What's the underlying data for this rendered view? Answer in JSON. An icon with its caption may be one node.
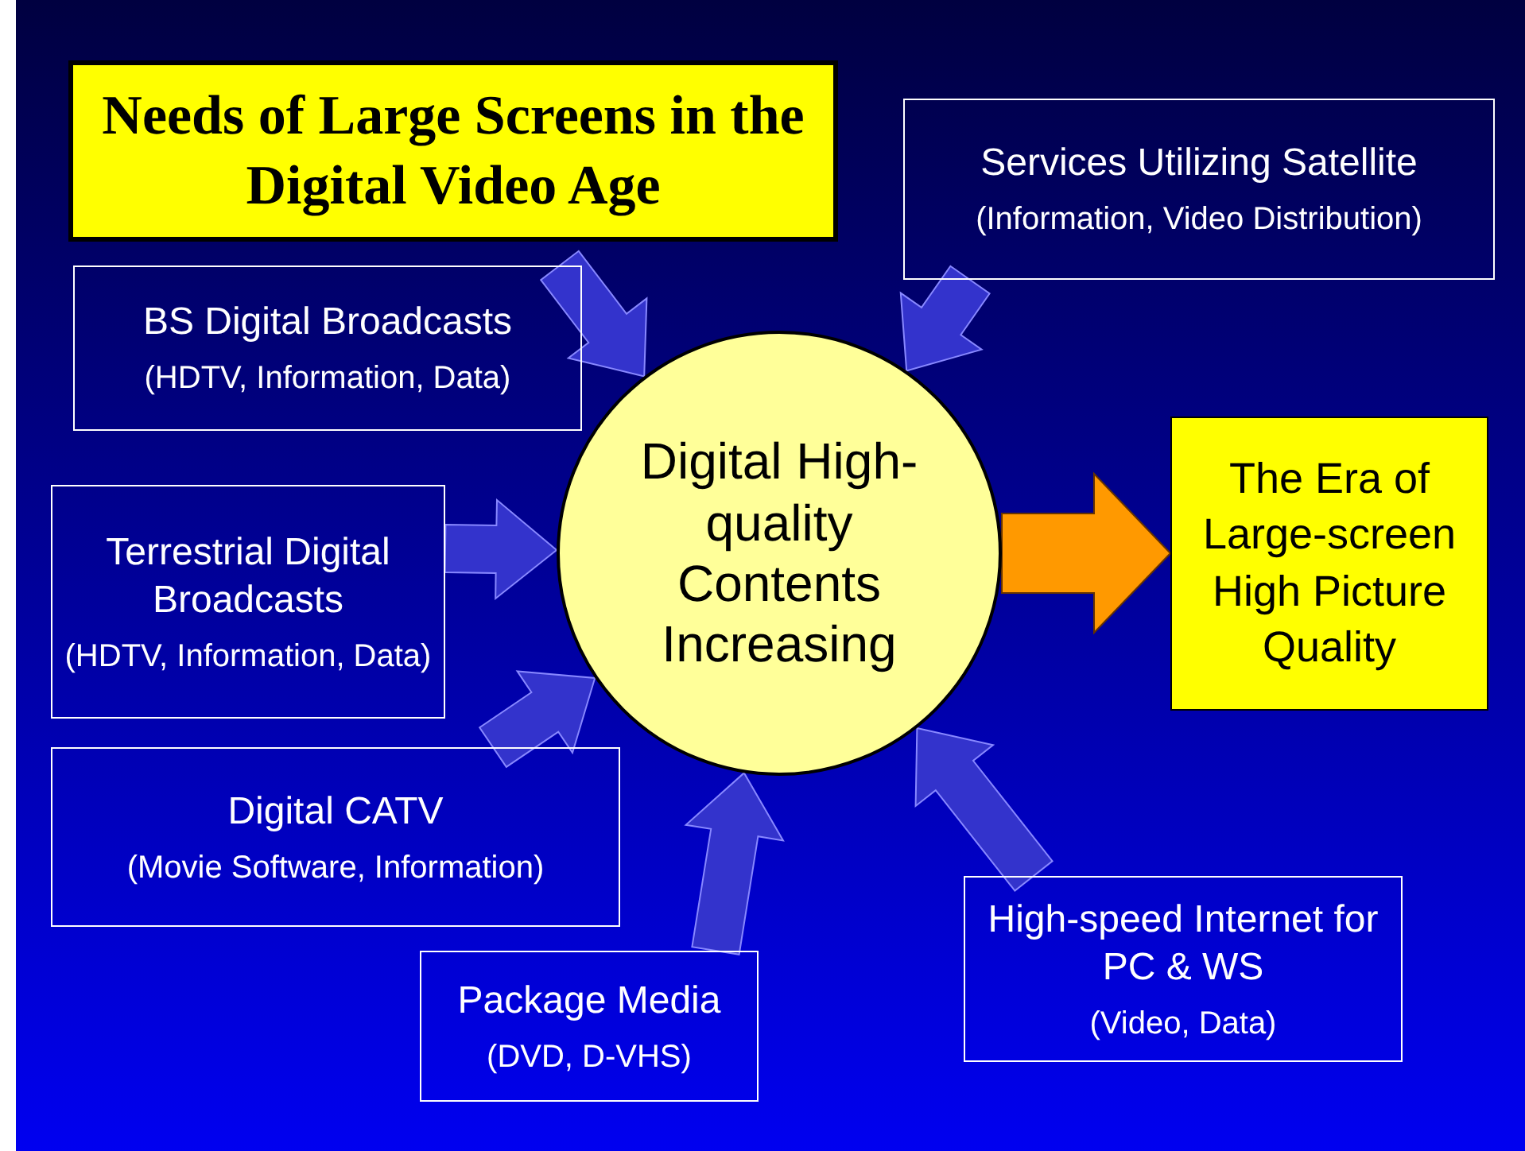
{
  "diagram": {
    "title": "Needs of Large Screens in the Digital Video Age",
    "nodes": [
      {
        "text": [
          "Services Utilizing Satellite",
          "(Information, Video Distribution)"
        ]
      },
      {
        "text": [
          "BS Digital Broadcasts",
          "(HDTV, Information, Data)"
        ]
      },
      {
        "text": [
          "Terrestrial Digital Broadcasts",
          "(HDTV, Information, Data)"
        ]
      },
      {
        "text": [
          "Digital CATV",
          "(Movie Software, Information)"
        ]
      },
      {
        "text": [
          "Package Media",
          "(DVD, D-VHS)"
        ]
      },
      {
        "text": [
          "High-speed Internet for PC & WS",
          "(Video, Data)"
        ]
      },
      {
        "text": [
          "Digital High-quality Contents Increasing"
        ]
      },
      {
        "text": [
          "The Era of Large-screen High Picture Quality"
        ]
      }
    ],
    "edges": [
      {
        "from": 1,
        "to": 6,
        "arrow": "to"
      },
      {
        "from": 0,
        "to": 6,
        "arrow": "to"
      },
      {
        "from": 2,
        "to": 6,
        "arrow": "to"
      },
      {
        "from": 3,
        "to": 6,
        "arrow": "to"
      },
      {
        "from": 4,
        "to": 6,
        "arrow": "to"
      },
      {
        "from": 5,
        "to": 6,
        "arrow": "to"
      },
      {
        "from": 6,
        "to": 7,
        "arrow": "to",
        "style": "thick",
        "color": "#ff9900"
      }
    ]
  }
}
